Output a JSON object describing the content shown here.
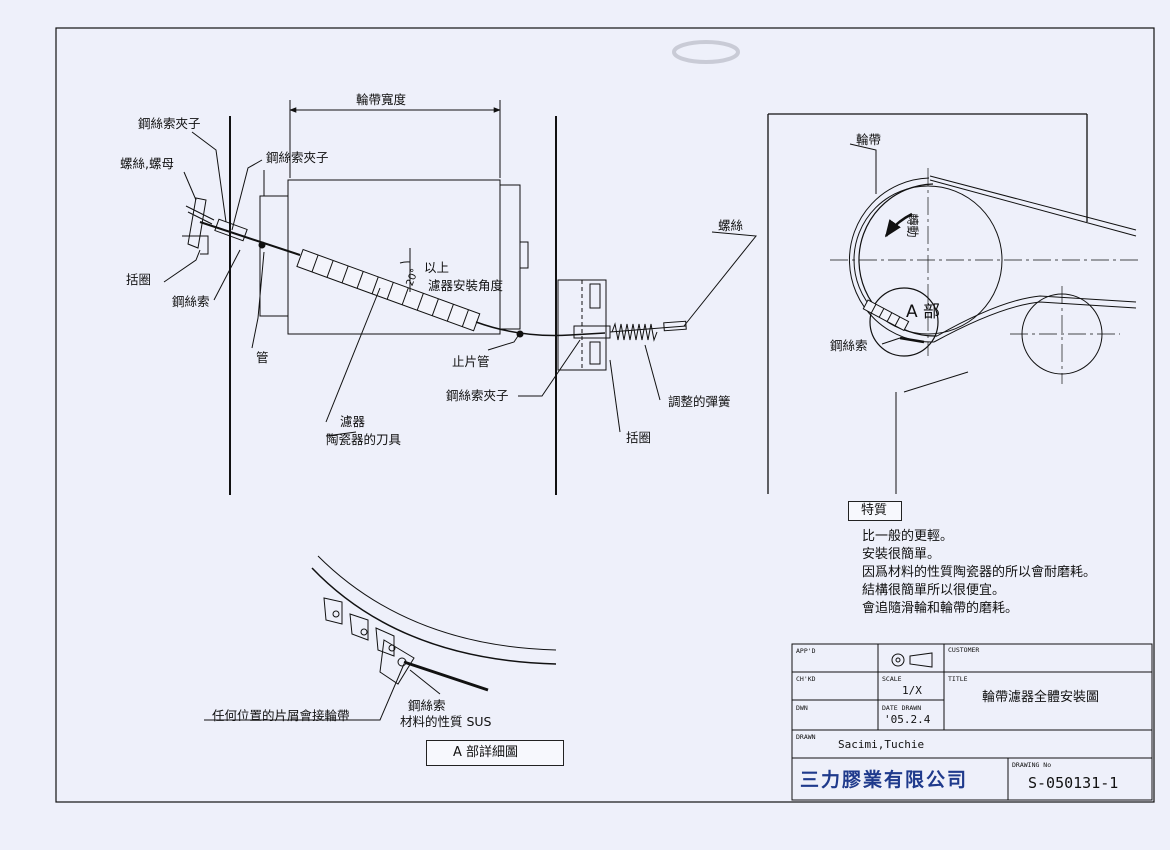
{
  "drawing": {
    "width_label": "輪帶寬度",
    "clip_top": "鋼絲索夾子",
    "clip_mid": "鋼絲索夾子",
    "bolt_nut": "螺絲,螺母",
    "collar_left": "括圈",
    "wire_left": "鋼絲索",
    "pipe": "管",
    "angle_val": "20°",
    "angle_above": "以上",
    "angle_text": "濾器安裝角度",
    "stop_pipe": "止片管",
    "clip_bottom": "鋼絲索夾子",
    "screw": "螺絲",
    "spring": "調整的彈簧",
    "collar_right": "括圈",
    "filter": "濾器",
    "ceramic_blade": "陶瓷器的刀具"
  },
  "side_view": {
    "belt": "輪帶",
    "rotation": "轉動",
    "part_a": "A 部",
    "wire": "鋼絲索"
  },
  "detail_a": {
    "chip_note": "任何位置的片屑會接輪帶",
    "wire": "鋼絲索",
    "material": "材料的性質 SUS",
    "title": "A 部詳細圖"
  },
  "features": {
    "heading": "特質",
    "items": [
      "比一般的更輕。",
      "安裝很簡單。",
      "因爲材料的性質陶瓷器的所以會耐磨耗。",
      "結構很簡單所以很便宜。",
      "會追隨滑輪和輪帶的磨耗。"
    ]
  },
  "title_block": {
    "app_d": "APP'D",
    "customer": "CUSTOMER",
    "chkd": "CH'KD",
    "scale_label": "SCALE",
    "scale_value": "1/X",
    "title_label": "TITLE",
    "title_value": "輪帶濾器全體安裝圖",
    "dwn": "DWN",
    "date_label": "DATE DRAWN",
    "date_value": "'05.2.4",
    "drawn_label": "DRAWN",
    "drawn_value": "Sacimi,Tuchie",
    "company": "三力膠業有限公司",
    "drawing_no_label": "DRAWING No",
    "drawing_no": "S-050131-1"
  }
}
